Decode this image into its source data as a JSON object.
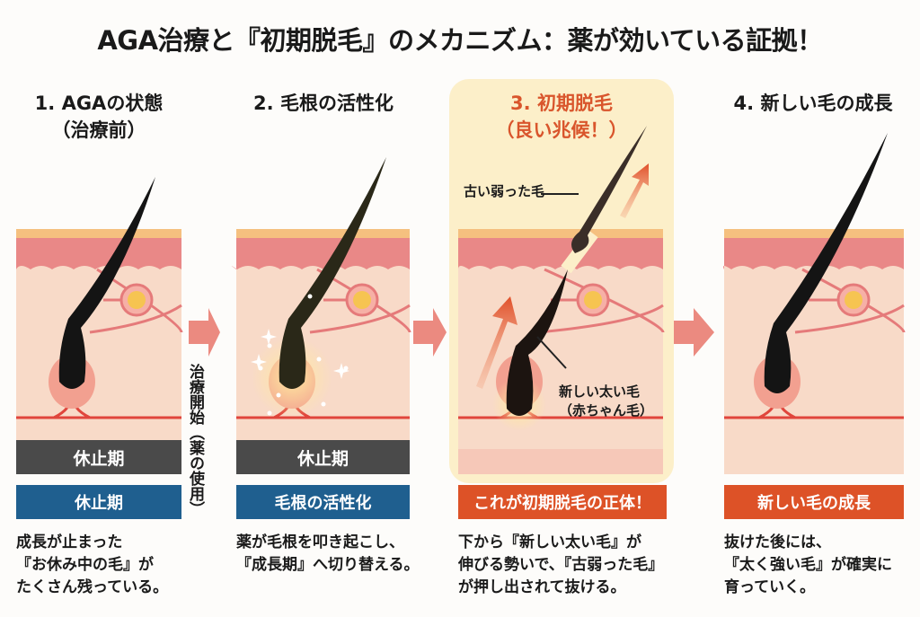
{
  "title": "AGA治療と『初期脱毛』のメカニズム：薬が効いている証拠！",
  "panels": [
    {
      "heading": "1. AGAの状態",
      "sub": "（治療前）",
      "band": "休止期",
      "label": "休止期",
      "desc": "成長が止まった\n『お休み中の毛』が\nたくさん残っている。"
    },
    {
      "heading": "2. 毛根の活性化",
      "band": "休止期",
      "label": "毛根の活性化",
      "desc": "薬が毛根を叩き起こし、\n『成長期』へ切り替える。"
    },
    {
      "heading": "3. 初期脱毛",
      "sub": "（良い兆候！）",
      "label": "これが初期脱毛の正体！",
      "desc": "下から『新しい太い毛』が\n伸びる勢いで、『古弱った毛』\nが押し出されて抜ける。",
      "old_hair": "古い弱った毛",
      "new_hair": "新しい太い毛\n（赤ちゃん毛）"
    },
    {
      "heading": "4. 新しい毛の成長",
      "label": "新しい毛の成長",
      "desc": "抜けた後には、\n『太く強い毛』が確実に\n育っていく。"
    }
  ],
  "transition": {
    "main": "治療開始",
    "sub": "（薬の使用）"
  },
  "colors": {
    "blue": "#1f5f8f",
    "orange": "#dd5227",
    "gray": "#4a4a4a",
    "accent": "#d9552c"
  }
}
